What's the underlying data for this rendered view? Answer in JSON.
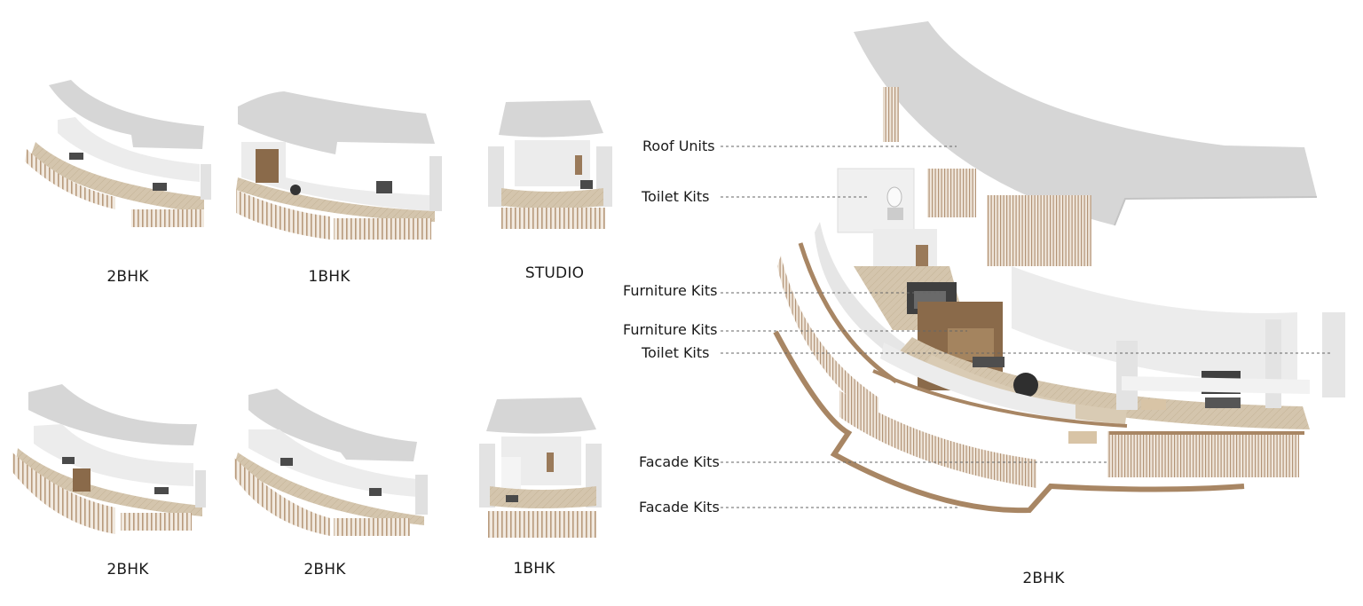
{
  "thumbnails": [
    {
      "caption": "2BHK"
    },
    {
      "caption": "1BHK"
    },
    {
      "caption": "STUDIO"
    },
    {
      "caption": "2BHK"
    },
    {
      "caption": "2BHK"
    },
    {
      "caption": "1BHK"
    }
  ],
  "exploded": {
    "caption": "2BHK",
    "labels": [
      "Roof Units",
      "Toilet Kits",
      "Furniture Kits",
      "Furniture Kits",
      "Toilet Kits",
      "Facade Kits",
      "Facade Kits"
    ]
  },
  "colors": {
    "roof": "#d6d6d6",
    "wall": "#ececec",
    "floor": "#cdbfa8",
    "slat": "#c9b29a",
    "wood": "#8a6a4a",
    "leader": "#555555"
  }
}
